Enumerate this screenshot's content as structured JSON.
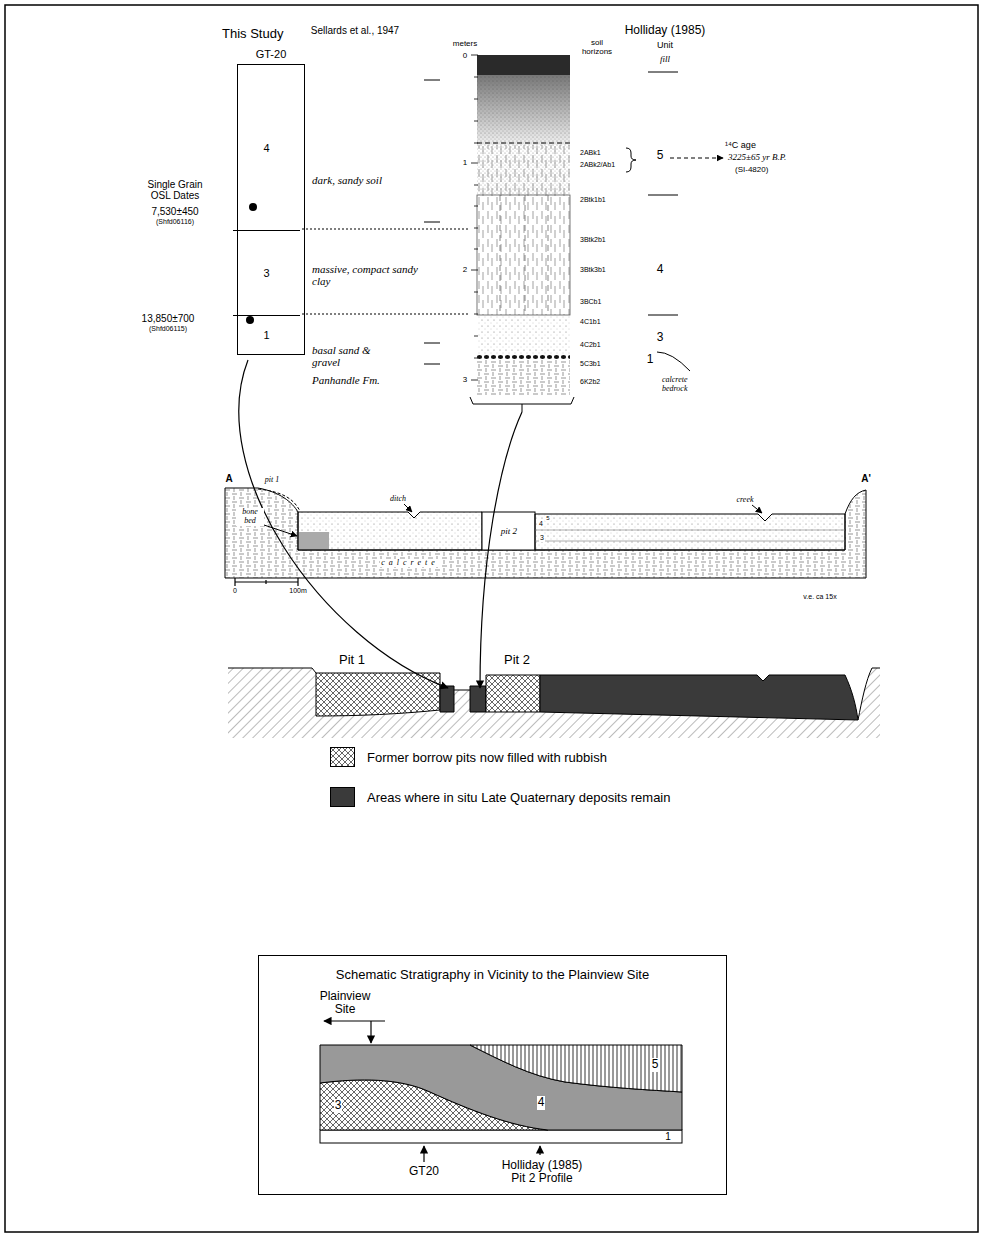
{
  "diagram": {
    "nodes": [
      {
        "text": [
          "GT-20"
        ]
      },
      {
        "text": [
          "4"
        ],
        "in": 0
      },
      {
        "text": [
          "3"
        ],
        "in": 0
      },
      {
        "text": [
          "1"
        ],
        "in": 0
      },
      {
        "text": [
          "Schematic Stratigraphy in Vicinity to the Plainview Site"
        ]
      }
    ],
    "labels": [
      "This Study",
      "Single Grain OSL Dates",
      "7,530±450",
      "(Shfd06116)",
      "13,850±700",
      "(Shfd06115)",
      "Sellards et al., 1947",
      "Holliday (1985)",
      "meters",
      "0",
      "1",
      "2",
      "3",
      "soil horizons",
      "Unit",
      "fill",
      "dark, sandy soil",
      "2ABk1",
      "2ABk2/Ab1",
      "5",
      "¹⁴C age",
      "3225±65 yr B.P.",
      "(SI-4820)",
      "2Btk1b1",
      "3Btk2b1",
      "massive, compact sandy clay",
      "3Btk3b1",
      "4",
      "3BCb1",
      "4C1b1",
      "basal sand & gravel",
      "4C2b1",
      "3",
      "5C3b1",
      "1",
      "Panhandle Fm.",
      "6K2b2",
      "calcrete bedrock",
      "A",
      "A'",
      "pit 1",
      "ditch",
      "creek",
      "bone bed",
      "pit 2",
      "4",
      "5",
      "3",
      "calcrete",
      "0",
      "100m",
      "v.e. ca 15x",
      "Pit 1",
      "Pit 2",
      "Plainview Site",
      "5",
      "3",
      "4",
      "1",
      "GT20",
      "Holliday (1985) Pit 2 Profile"
    ],
    "legend": [
      {
        "text": "Former borrow pits now filled with rubbish"
      },
      {
        "text": "Areas where in situ Late Quaternary deposits remain",
        "color": "#3a3a3a"
      }
    ]
  }
}
